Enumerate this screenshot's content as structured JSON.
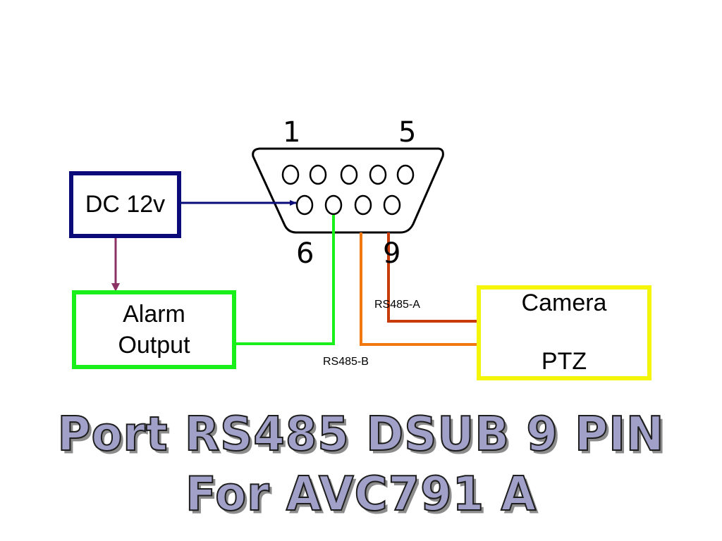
{
  "colors": {
    "dc_border": "#0a0a78",
    "alarm_border": "#19f019",
    "camera_border": "#f5f50a",
    "dc_to_pin_arrow": "#0a0a78",
    "dc_to_alarm_arrow": "#8c3264",
    "alarm_wire": "#19f019",
    "rs485_a_wire": "#c83c0a",
    "rs485_b_wire": "#f0780f",
    "title_fill": "#a0a0c8"
  },
  "connector": {
    "pin_label_1": "1",
    "pin_label_5": "5",
    "pin_label_6": "6",
    "pin_label_9": "9",
    "top_row_pins": 5,
    "bottom_row_pins": 4
  },
  "boxes": {
    "dc": {
      "label": "DC 12v"
    },
    "alarm": {
      "line1": "Alarm",
      "line2": "Output"
    },
    "camera": {
      "line1": "Camera",
      "line2": "PTZ"
    }
  },
  "wires": {
    "rs485_a_label": "RS485-A",
    "rs485_b_label": "RS485-B"
  },
  "title": {
    "line1": "Port RS485 DSUB 9 PIN",
    "line2": "For AVC791 A"
  }
}
